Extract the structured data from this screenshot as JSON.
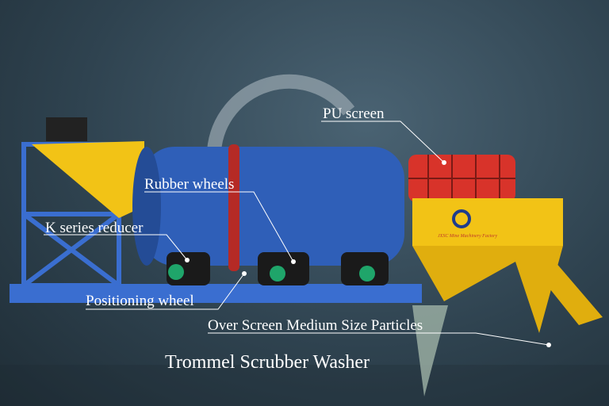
{
  "labels": {
    "pu_screen": "PU screen",
    "rubber_wheels": "Rubber wheels",
    "k_series_reducer": "K series reducer",
    "positioning_wheel": "Positioning wheel",
    "over_screen": "Over Screen Medium Size Particles"
  },
  "title": "Trommel Scrubber Washer",
  "logo": {
    "text": "JXSC Mine Machinery Factory"
  },
  "colors": {
    "drum": "#2f5fb8",
    "frame": "#3a6ed0",
    "hopper": "#f2c316",
    "screen": "#d8332a",
    "background": "#2f4350"
  }
}
